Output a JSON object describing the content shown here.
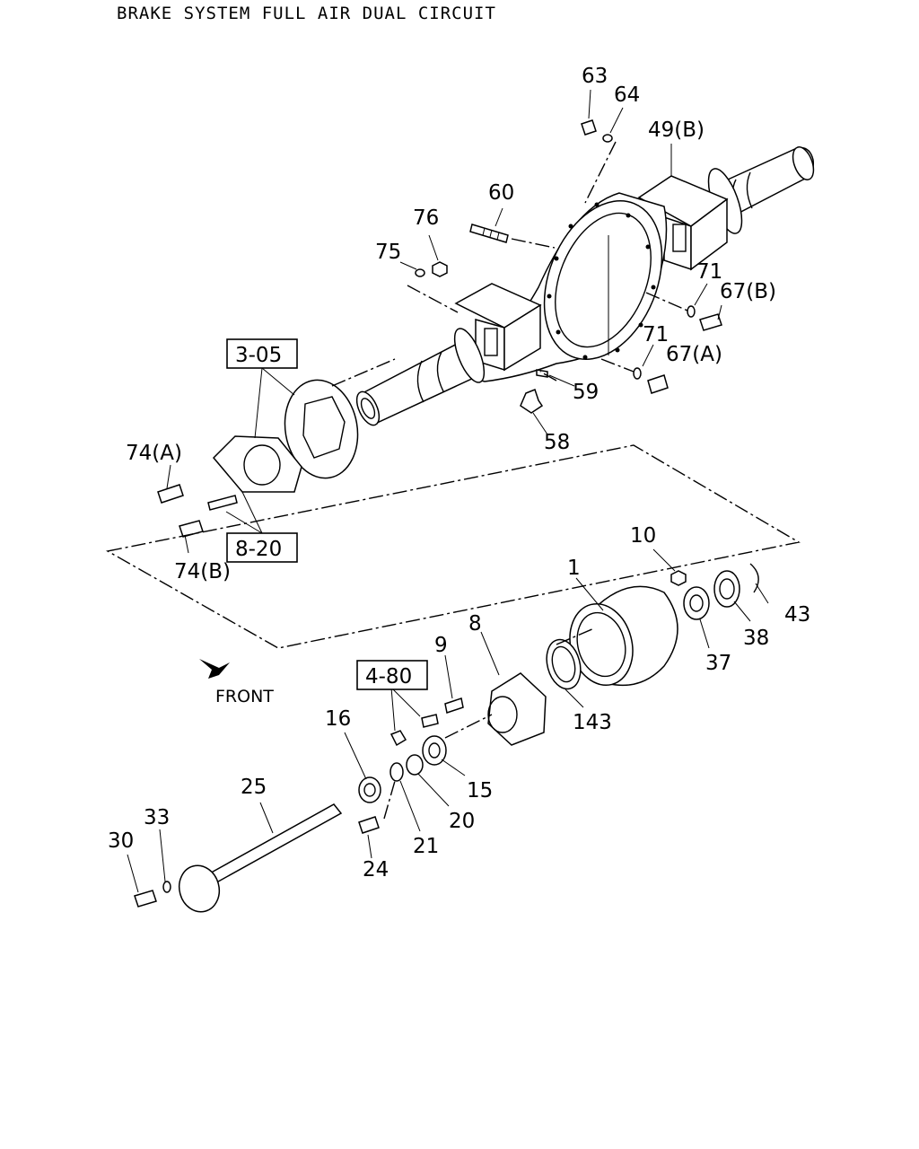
{
  "page": {
    "title": "BRAKE SYSTEM FULL AIR DUAL CIRCUIT"
  },
  "direction": {
    "label": "FRONT",
    "icon": "arrow-down-left-icon"
  },
  "ref_boxes": [
    "3-05",
    "8-20",
    "4-80"
  ],
  "callouts": [
    "63",
    "64",
    "49(B)",
    "60",
    "76",
    "75",
    "71",
    "67(B)",
    "71",
    "67(A)",
    "59",
    "58",
    "74(A)",
    "74(B)",
    "10",
    "1",
    "43",
    "38",
    "37",
    "8",
    "9",
    "143",
    "15",
    "20",
    "21",
    "16",
    "25",
    "33",
    "30",
    "24"
  ]
}
